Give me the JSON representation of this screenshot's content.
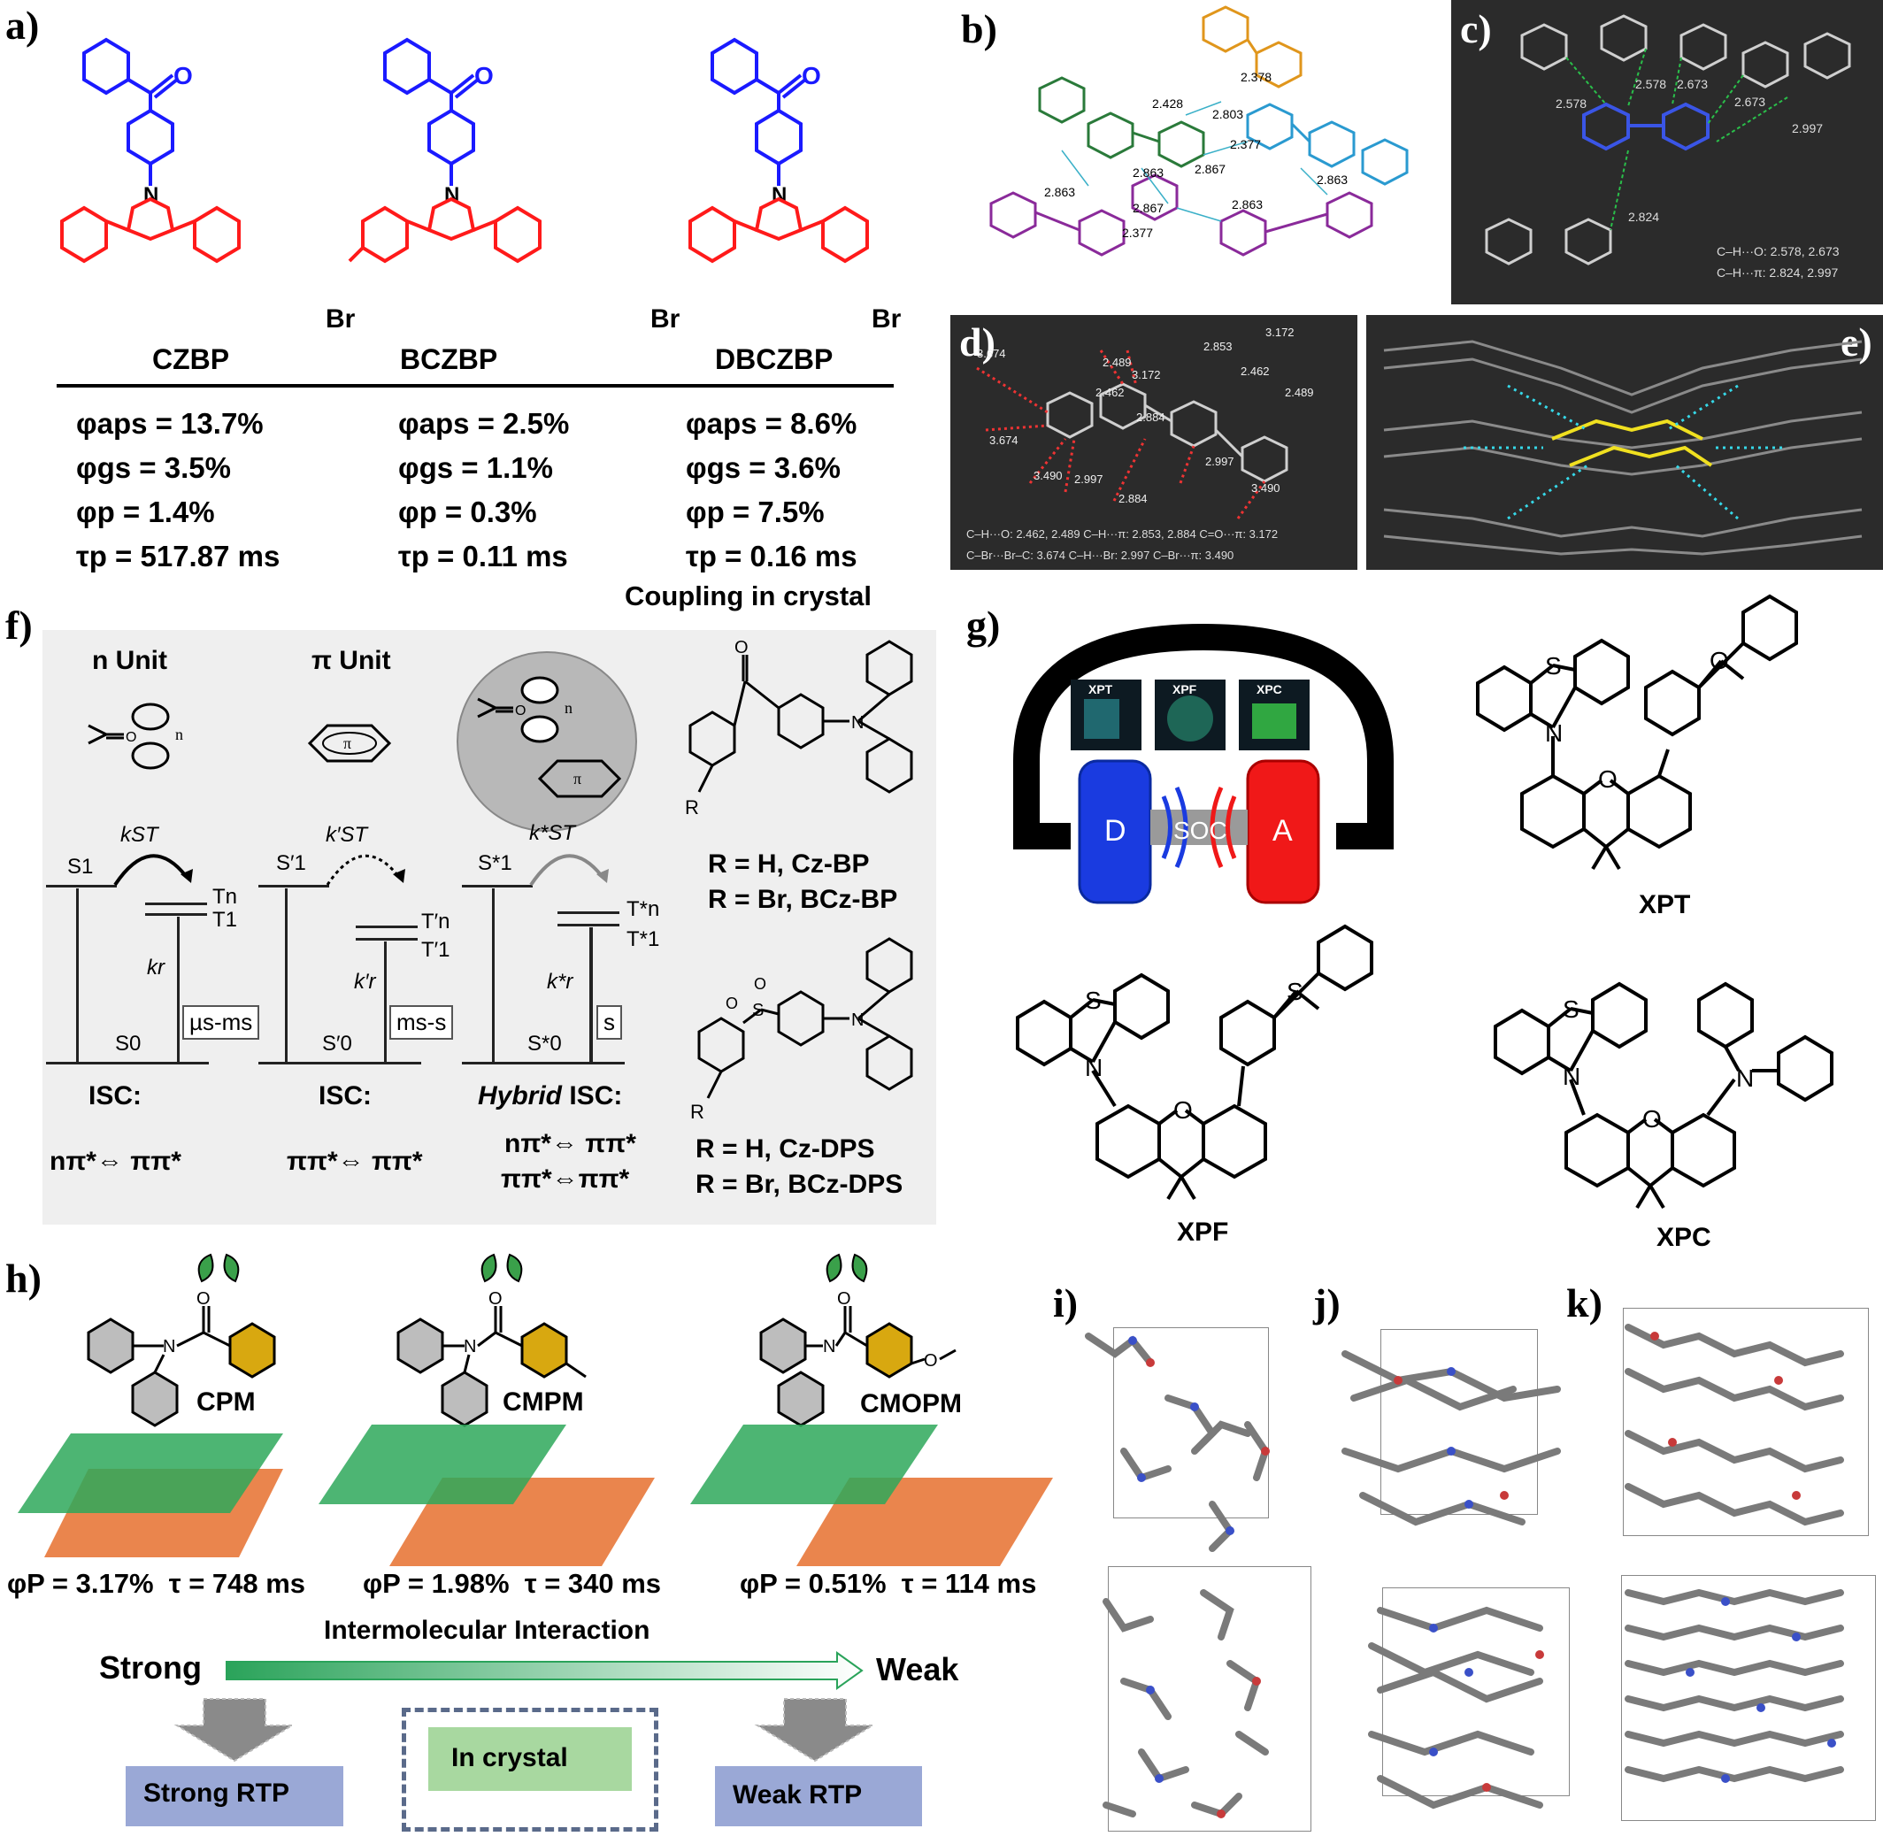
{
  "panels": {
    "a": "a)",
    "b": "b)",
    "c": "c)",
    "d": "d)",
    "e": "e)",
    "f": "f)",
    "g": "g)",
    "h": "h)",
    "i": "i)",
    "j": "j)",
    "k": "k)"
  },
  "panel_a": {
    "compounds": [
      {
        "name": "CZBP",
        "aps": "φaps = 13.7%",
        "gs": "φgs = 3.5%",
        "p": "φp = 1.4%",
        "tau": "τp = 517.87 ms"
      },
      {
        "name": "BCZBP",
        "aps": "φaps = 2.5%",
        "gs": "φgs = 1.1%",
        "p": "φp = 0.3%",
        "tau": "τp = 0.11 ms"
      },
      {
        "name": "DBCZBP",
        "aps": "φaps = 8.6%",
        "gs": "φgs = 3.6%",
        "p": "φp = 7.5%",
        "tau": "τp = 0.16 ms"
      }
    ],
    "atoms": {
      "o": "O",
      "n": "N",
      "br": "Br"
    },
    "footer": "Coupling in crystal"
  },
  "panel_b": {
    "distances": [
      "2.378",
      "2.428",
      "2.803",
      "2.377",
      "2.863",
      "2.863",
      "2.867",
      "2.867",
      "2.377",
      "2.863",
      "2.863"
    ]
  },
  "panel_c": {
    "distances": [
      "2.578",
      "2.578",
      "2.673",
      "2.673",
      "2.997",
      "2.824"
    ],
    "legend1": "C–H···O: 2.578, 2.673",
    "legend2": "C–H···π: 2.824, 2.997"
  },
  "panel_d": {
    "distances": [
      "3.674",
      "3.674",
      "2.489",
      "3.172",
      "2.853",
      "3.172",
      "2.462",
      "2.884",
      "2.462",
      "2.489",
      "3.490",
      "2.997",
      "2.884",
      "2.997",
      "3.490"
    ],
    "legend1": "C–H···O: 2.462, 2.489   C–H···π: 2.853, 2.884   C=O···π: 3.172",
    "legend2": "C–Br···Br–C: 3.674      C–H···Br: 2.997      C–Br···π: 3.490"
  },
  "panel_f": {
    "n_unit": "n Unit",
    "pi_unit": "π Unit",
    "n": "n",
    "pi": "π",
    "k_st": "kST",
    "k_st_p": "k′ST",
    "k_st_star": "k*ST",
    "k_r": "kr",
    "k_r_p": "k′r",
    "k_r_star": "k*r",
    "s1": "S1",
    "s1p": "S′1",
    "s1s": "S*1",
    "tn": "Tn",
    "t1": "T1",
    "tnp": "T′n",
    "t1p": "T′1",
    "tns": "T*n",
    "t1s": "T*1",
    "s0": "S0",
    "s0p": "S′0",
    "s0s": "S*0",
    "box1": "µs-ms",
    "box2": "ms-s",
    "box3": "s",
    "isc1": "ISC:",
    "isc2": "ISC:",
    "isc3_a": "Hybrid",
    "isc3_b": " ISC:",
    "trans1": "nπ*⇔ ππ*",
    "trans2": "ππ*⇔ ππ*",
    "trans3a": "nπ*⇔ ππ*",
    "trans3b": "ππ*⇔ππ*",
    "r_label": "R",
    "cz_bp_1": "R = H, Cz-BP",
    "cz_bp_2": "R = Br, BCz-BP",
    "cz_dps_1": "R = H, Cz-DPS",
    "cz_dps_2": "R = Br, BCz-DPS"
  },
  "panel_g": {
    "thumbs": [
      "XPT",
      "XPF",
      "XPC"
    ],
    "d": "D",
    "soc": "SOC",
    "a": "A",
    "names": [
      "XPT",
      "XPF",
      "XPC"
    ],
    "atoms": {
      "o": "O",
      "s": "S",
      "n": "N"
    }
  },
  "panel_h": {
    "compounds": [
      {
        "name": "CPM",
        "stat": "φP = 3.17%  τ = 748 ms"
      },
      {
        "name": "CMPM",
        "stat": "φP = 1.98%  τ = 340 ms"
      },
      {
        "name": "CMOPM",
        "stat": "φP = 0.51%  τ = 114 ms"
      }
    ],
    "interaction": "Intermolecular Interaction",
    "strong": "Strong",
    "weak": "Weak",
    "strong_rtp": "Strong RTP",
    "in_crystal": "In crystal",
    "weak_rtp": "Weak RTP",
    "atoms": {
      "o": "O",
      "n": "N"
    }
  },
  "colors": {
    "blue": "#1a1aff",
    "red": "#ff1a1a",
    "dark": "#2b2b2b",
    "green": "#2aa35a",
    "orange": "#e87a2e",
    "rtp_box": "#9aa8d6",
    "crystal_box": "#a8d8a0"
  }
}
